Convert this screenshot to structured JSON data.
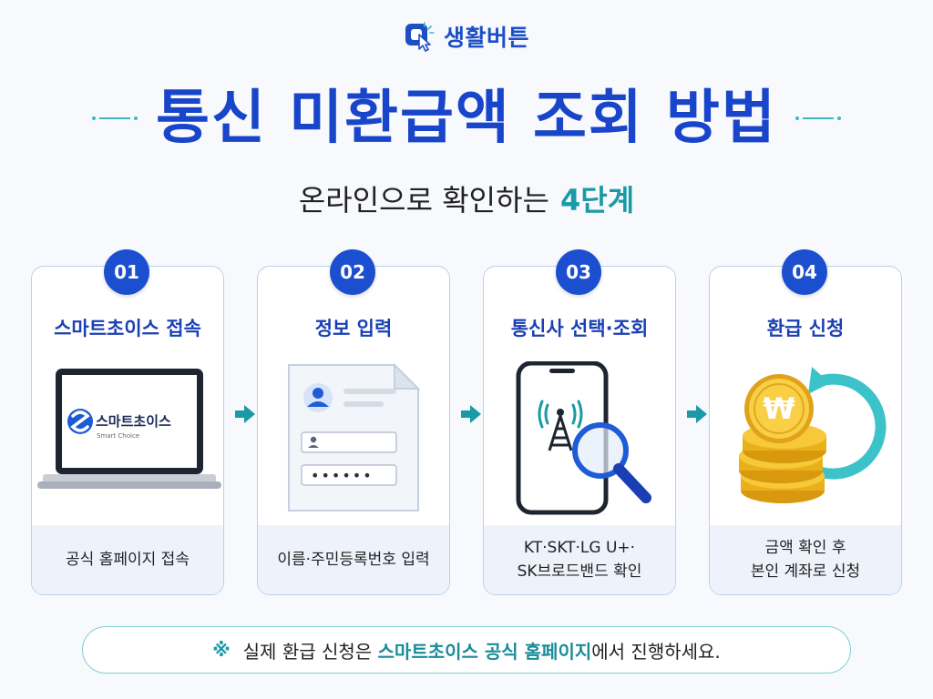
{
  "brand": {
    "name": "생활버튼",
    "icon": "click-cursor-logo-icon"
  },
  "header": {
    "title": "통신 미환급액 조회 방법",
    "subtitle_main": "온라인으로 확인하는",
    "subtitle_highlight": "4단계"
  },
  "steps": [
    {
      "number": "01",
      "title": "스마트초이스 접속",
      "desc_line1": "공식 홈페이지 접속",
      "desc_line2": "",
      "icon": "laptop-icon",
      "screen_brand": "스마트초이스",
      "screen_sub": "Smart Choice"
    },
    {
      "number": "02",
      "title": "정보 입력",
      "desc_line1": "이름·주민등록번호 입력",
      "desc_line2": "",
      "icon": "form-document-icon",
      "password_mask": "••••••"
    },
    {
      "number": "03",
      "title": "통신사 선택·조회",
      "desc_line1": "KT·SKT·LG U+·",
      "desc_line2": "SK브로드밴드 확인",
      "icon": "phone-search-icon"
    },
    {
      "number": "04",
      "title": "환급 신청",
      "desc_line1": "금액 확인 후",
      "desc_line2": "본인 계좌로 신청",
      "icon": "won-coins-icon",
      "coin_symbol": "₩"
    }
  ],
  "notice": {
    "mark": "※",
    "text_before": "실제 환급 신청은",
    "text_strong": "스마트초이스 공식 홈페이지",
    "text_after": "에서 진행하세요."
  },
  "colors": {
    "primary": "#1845c9",
    "accent": "#1a9aa6",
    "badge": "#1c4fd0",
    "card_border": "#bcd0ec"
  }
}
